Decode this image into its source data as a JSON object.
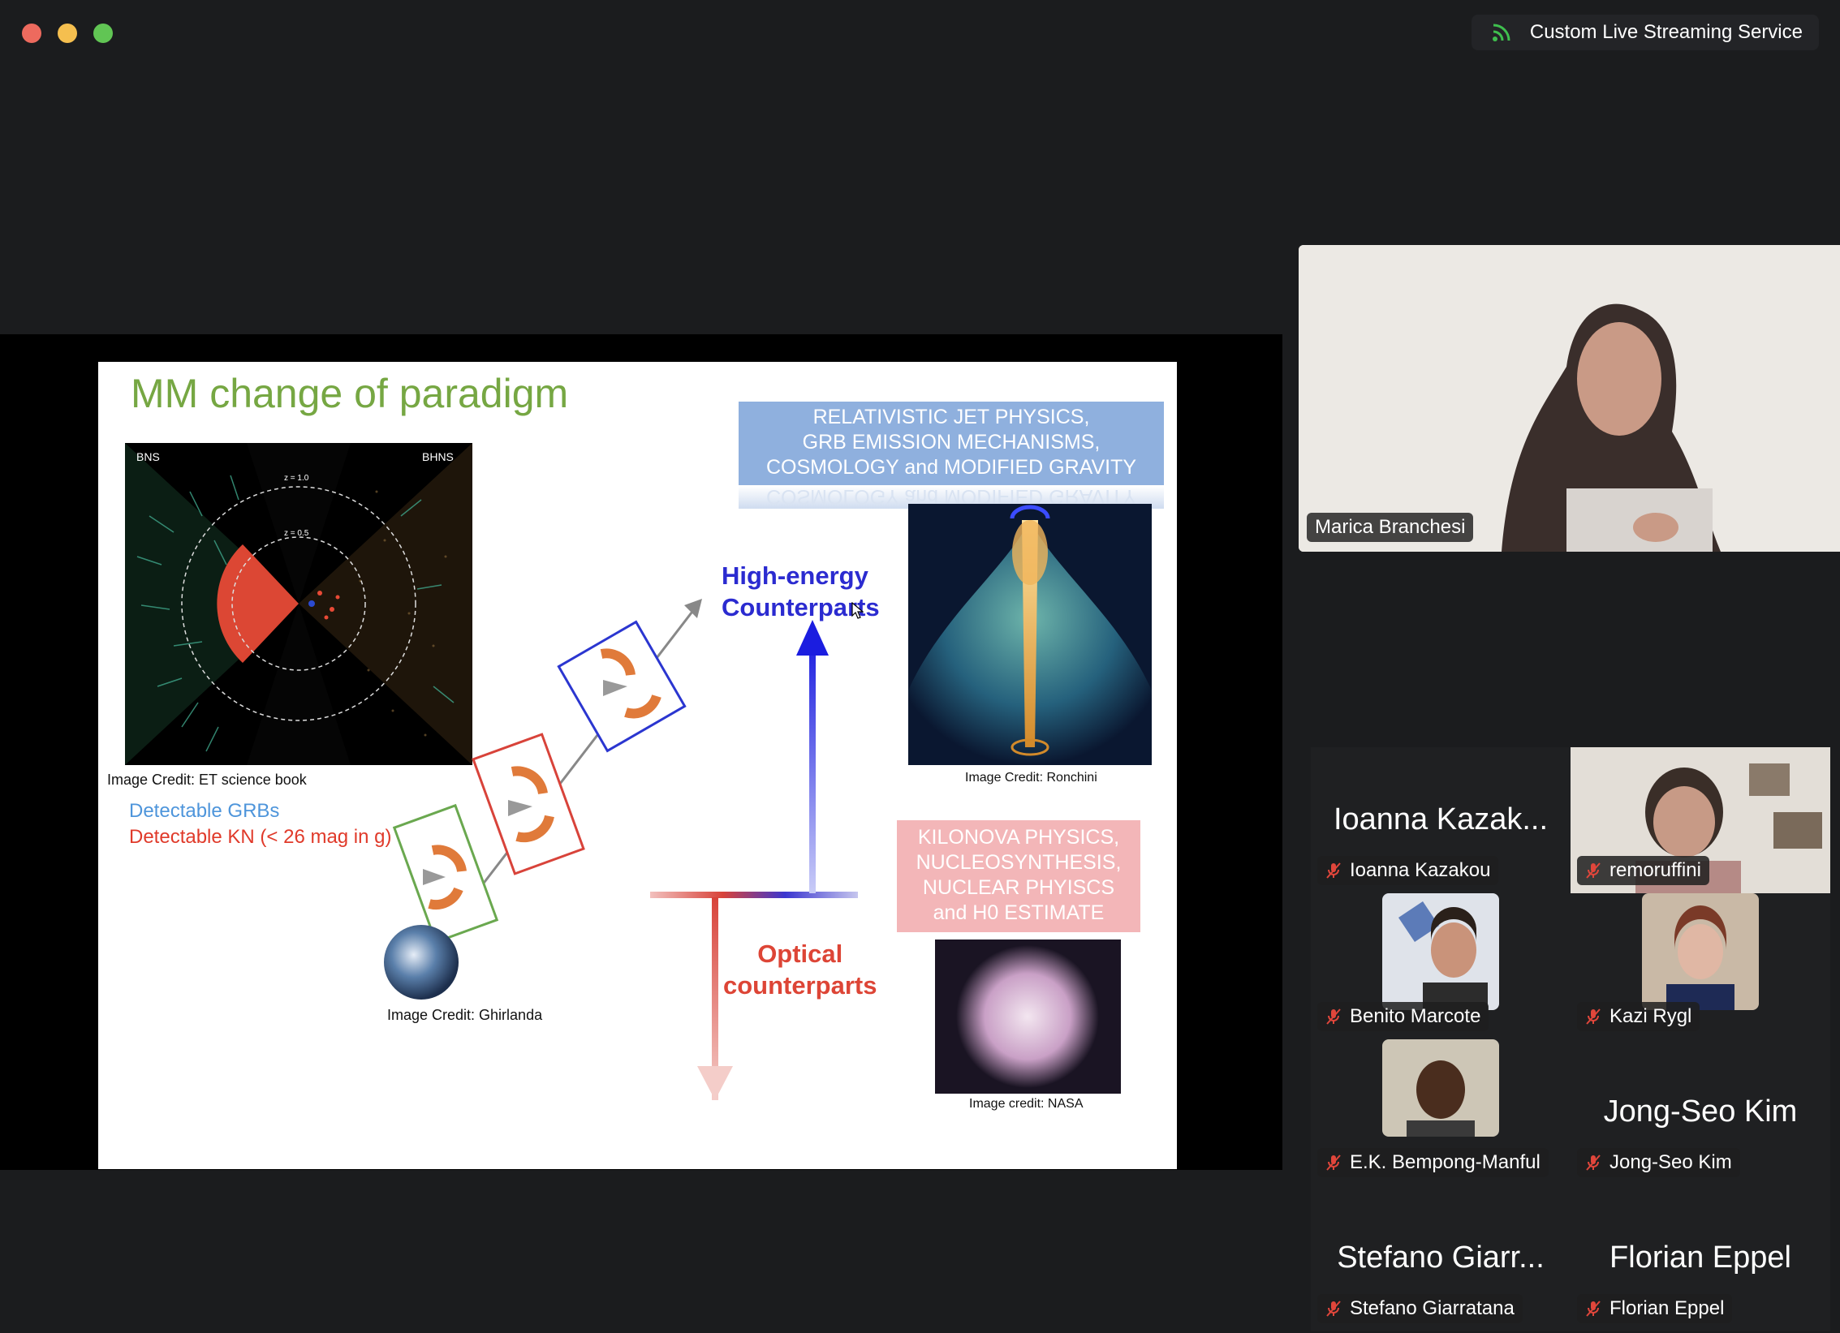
{
  "window": {
    "streaming_badge": "Custom Live Streaming Service"
  },
  "slide": {
    "title": "MM change of paradigm",
    "blue_box_lines": [
      "RELATIVISTIC JET PHYSICS,",
      "GRB EMISSION MECHANISMS,",
      "COSMOLOGY and MODIFIED GRAVITY"
    ],
    "pink_box_lines": [
      "KILONOVA PHYSICS,",
      "NUCLEOSYNTHESIS,",
      "NUCLEAR PHYISCS",
      "and H0 ESTIMATE"
    ],
    "sim_labels": {
      "left": "BNS",
      "right": "BHNS",
      "z1": "z = 1.0",
      "z2": "z = 0.5"
    },
    "credit_et": "Image Credit: ET science book",
    "credit_ronchini": "Image Credit: Ronchini",
    "credit_ghirlanda": "Image Credit: Ghirlanda",
    "credit_nasa": "Image credit: NASA",
    "detectable_grbs": "Detectable GRBs",
    "detectable_kn": "Detectable KN (< 26 mag in g)",
    "high_energy": [
      "High-energy",
      "Counterparts"
    ],
    "optical": [
      "Optical",
      "counterparts"
    ]
  },
  "speaker": {
    "name": "Marica Branchesi"
  },
  "participants": [
    {
      "name": "Ioanna Kazakou",
      "display": "Ioanna Kazak...",
      "muted": true,
      "video": false
    },
    {
      "name": "remoruffini",
      "muted": true,
      "video": true
    },
    {
      "name": "Benito Marcote",
      "muted": true,
      "video": true
    },
    {
      "name": "Kazi Rygl",
      "muted": true,
      "video": true
    },
    {
      "name": "E.K. Bempong-Manful",
      "muted": true,
      "video": true
    },
    {
      "name": "Jong-Seo Kim",
      "display": "Jong-Seo Kim",
      "muted": true,
      "video": false
    },
    {
      "name": "Stefano Giarratana",
      "display": "Stefano Giarr...",
      "muted": true,
      "video": false
    },
    {
      "name": "Florian Eppel",
      "display": "Florian Eppel",
      "muted": true,
      "video": false
    }
  ],
  "colors": {
    "title_green": "#76a743",
    "accent_blue": "#2b2bd0",
    "accent_red": "#dd4536",
    "mute_red": "#e0463b"
  }
}
